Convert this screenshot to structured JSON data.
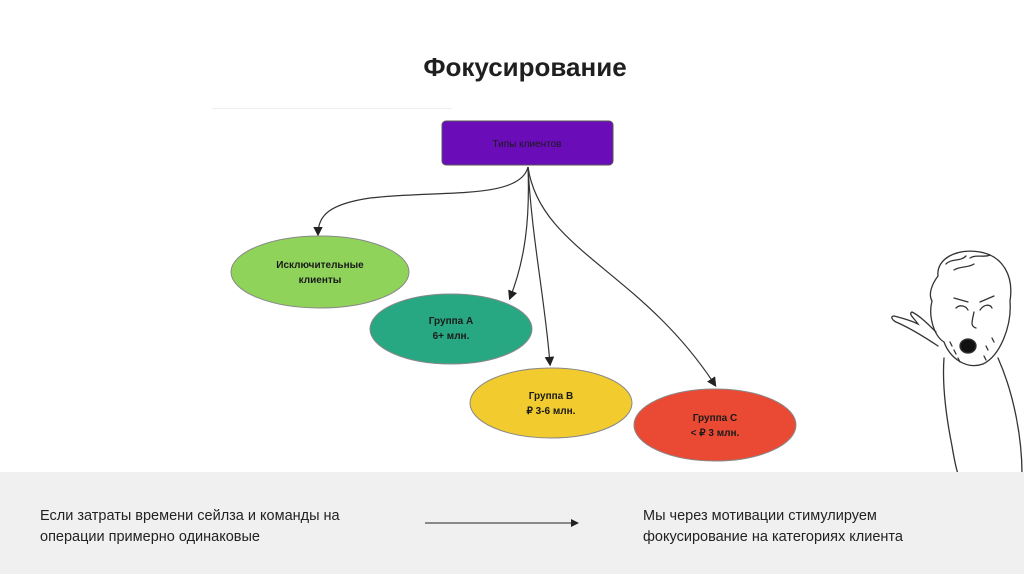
{
  "title": "Фокусирование",
  "diagram": {
    "root": "Типы клиентов",
    "nodes": [
      {
        "line1": "Исключительные",
        "line2": "клиенты",
        "color": "#8fd35b"
      },
      {
        "line1": "Группа А",
        "line2": "6+ млн.",
        "color": "#27a882"
      },
      {
        "line1": "Группа В",
        "line2": "₽ 3-6 млн.",
        "color": "#f2cb2e"
      },
      {
        "line1": "Группа С",
        "line2": "< ₽ 3 млн.",
        "color": "#ea4a33"
      }
    ],
    "root_color": "#6a0db8"
  },
  "bottom": {
    "left_line1": "Если затраты времени сейлза и команды на",
    "left_line2": "операции примерно одинаковые",
    "right_line1": "Мы через мотивации стимулируем",
    "right_line2": "фокусирование на категориях клиента"
  }
}
